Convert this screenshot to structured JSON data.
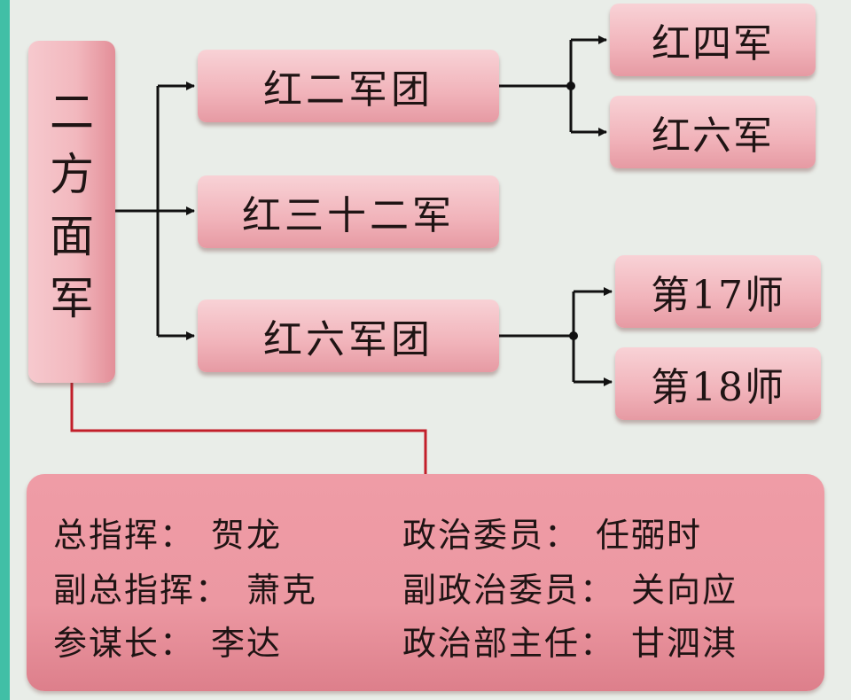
{
  "root": {
    "label": "二方面军"
  },
  "corps": [
    {
      "label": "红二军团"
    },
    {
      "label": "红三十二军"
    },
    {
      "label": "红六军团"
    }
  ],
  "sub_units": [
    {
      "label": "红四军"
    },
    {
      "label": "红六军"
    },
    {
      "label": "第17师"
    },
    {
      "label": "第18师"
    }
  ],
  "leaders": [
    {
      "title": "总指挥",
      "name": "贺龙"
    },
    {
      "title": "政治委员",
      "name": "任弼时"
    },
    {
      "title": "副总指挥",
      "name": "萧克"
    },
    {
      "title": "副政治委员",
      "name": "关向应"
    },
    {
      "title": "参谋长",
      "name": "李达"
    },
    {
      "title": "政治部主任",
      "name": "甘泗淇"
    }
  ],
  "separator": "：",
  "colors": {
    "accent_stripe": "#41bfa6",
    "box_fill": "#f2b8be",
    "leader_panel": "#ec98a2",
    "leader_link": "#c21f2a",
    "arrow": "#111111"
  }
}
